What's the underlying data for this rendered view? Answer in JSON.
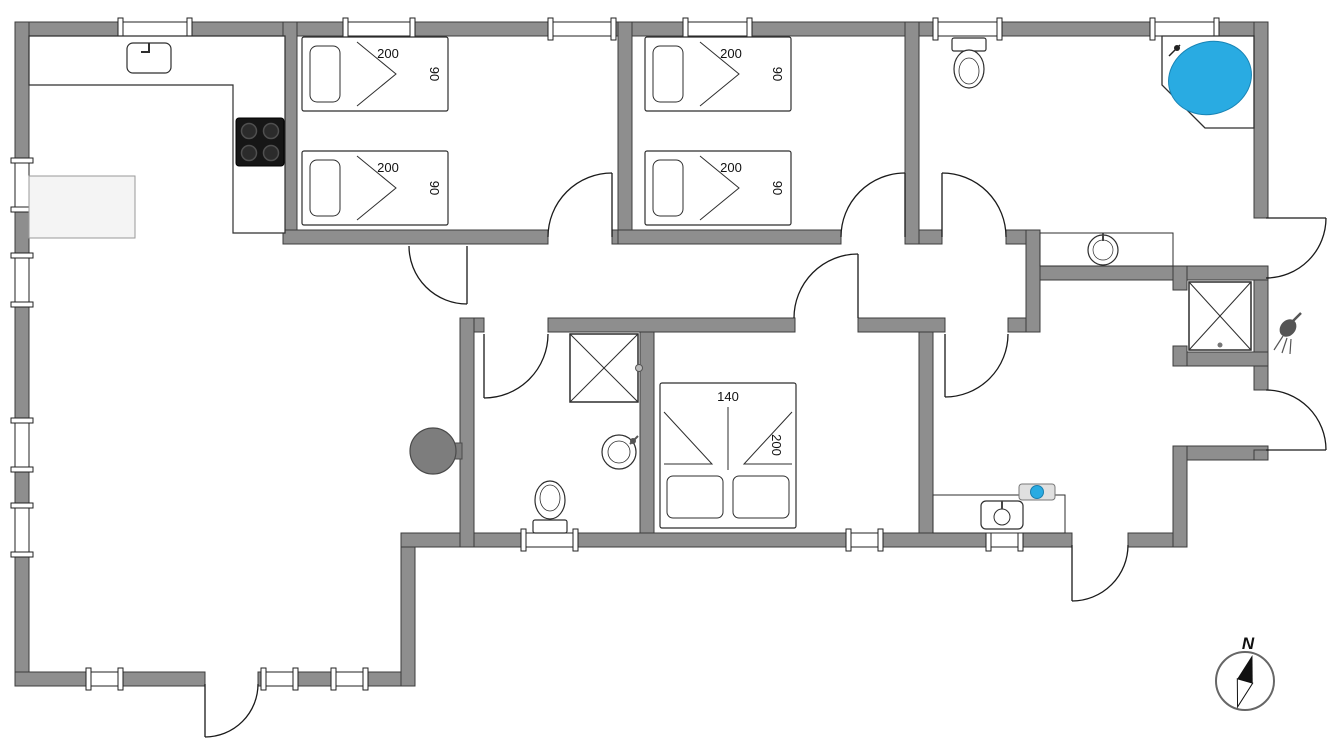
{
  "colors": {
    "wall": "#8e8e8e",
    "wall_outline": "#3c3c3c",
    "bathtub_water": "#29abe2",
    "hob_flame": "#29abe2"
  },
  "bedroom_top_left": {
    "bed_upper": {
      "length": "200",
      "width": "90"
    },
    "bed_lower": {
      "length": "200",
      "width": "90"
    }
  },
  "bedroom_top_middle": {
    "bed_upper": {
      "length": "200",
      "width": "90"
    },
    "bed_lower": {
      "length": "200",
      "width": "90"
    }
  },
  "bedroom_master": {
    "double_bed": {
      "width": "140",
      "length": "200"
    }
  },
  "compass": {
    "north_label": "N"
  },
  "fixtures": {
    "kitchen": [
      "sink",
      "cooktop"
    ],
    "bathroom_top_right": [
      "toilet",
      "corner-bathtub",
      "washbasin-counter"
    ],
    "bathroom_middle": [
      "shower",
      "round-washbasin",
      "toilet"
    ],
    "utility_room": [
      "sink-counter",
      "hob"
    ],
    "shower_room": [
      "shower-cabin",
      "shower-head"
    ],
    "living_room": [
      "water-heater",
      "sideboard"
    ]
  }
}
